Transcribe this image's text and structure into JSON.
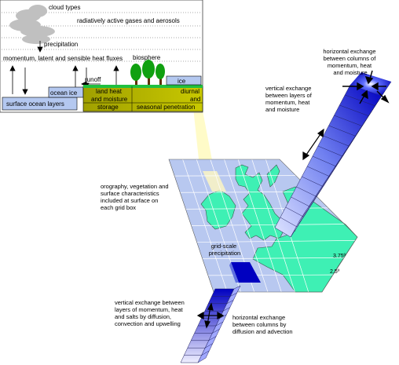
{
  "inset": {
    "cloud_types": "cloud types",
    "radiative_gases": "radiatively active gases and aerosols",
    "precipitation": "precipitation",
    "fluxes": "momentum, latent and sensible heat fluxes",
    "biosphere": "biosphere",
    "runoff": "runoff",
    "ocean_ice": "ocean ice",
    "ice": "ice",
    "land_heat": "land heat",
    "moisture": "and moisture",
    "storage": "storage",
    "diurnal": "diurnal",
    "and_word": "and",
    "seasonal": "seasonal penetration",
    "surface_ocean": "surface ocean layers"
  },
  "labels": {
    "horiz_top": [
      "horizontal exchange",
      "between columns of",
      "momentum, heat",
      "and moisture"
    ],
    "vert_top": [
      "vertical exchange",
      "between layers of",
      "momentum, heat",
      "and moisture"
    ],
    "orography": [
      "orography, vegetation and",
      "surface characteristics",
      "included at surface on",
      "each grid box"
    ],
    "gridscale": [
      "grid-scale",
      "precipitation"
    ],
    "vert_bottom": [
      "vertical exchange between",
      "layers of momentum, heat",
      "and salts by diffusion,",
      "convection and upwelling"
    ],
    "horiz_bottom": [
      "horizontal exchange",
      "between columns by",
      "diffusion and advection"
    ]
  },
  "grid": {
    "lon": "3.75º",
    "lat": "2.5º"
  },
  "colors": {
    "sea": "#b8c8f0",
    "land": "#3ef0b4",
    "column_dark": "#0000c8",
    "column_light": "#c8d0ff",
    "beam": "#fffbc8",
    "ocean_ice": "#b4c8f0",
    "soil": "#a0a000"
  }
}
